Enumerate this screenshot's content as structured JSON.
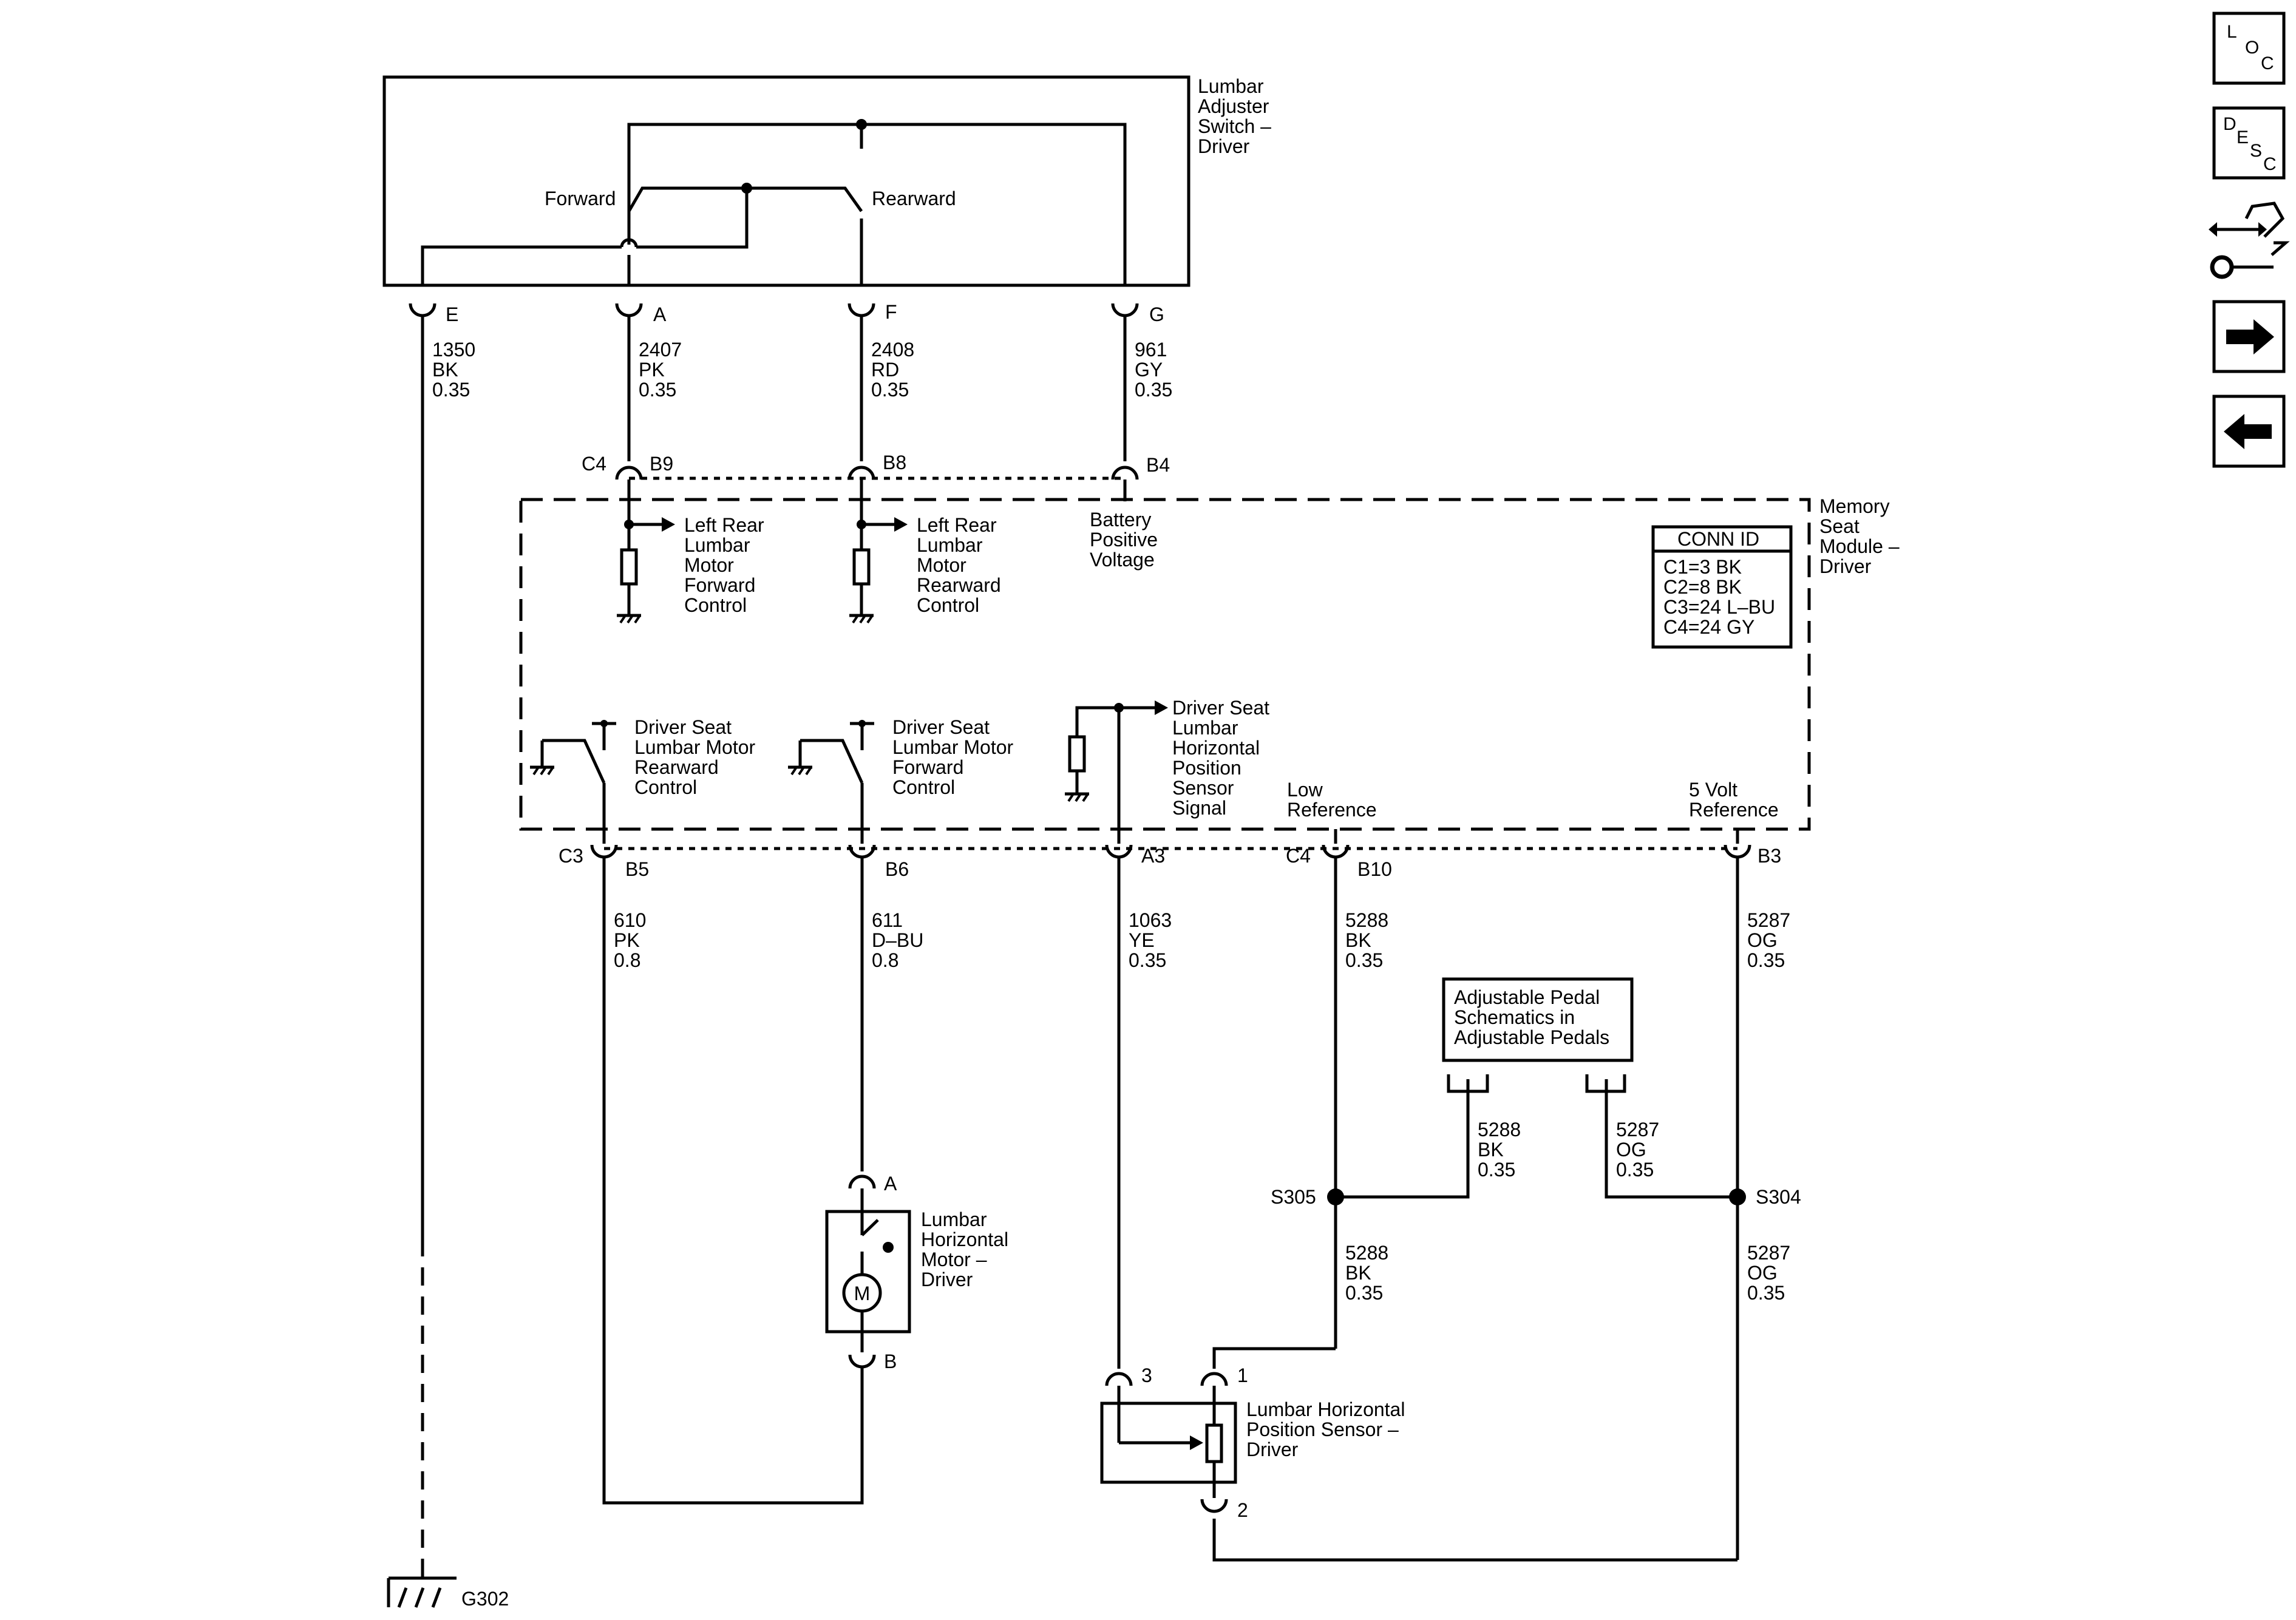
{
  "switch": {
    "name_lines": [
      "Lumbar",
      "Adjuster",
      "Switch –",
      "Driver"
    ],
    "forward": "Forward",
    "rearward": "Rearward",
    "pins": [
      "E",
      "A",
      "F",
      "G"
    ]
  },
  "wires": {
    "e": [
      "1350",
      "BK",
      "0.35"
    ],
    "a": [
      "2407",
      "PK",
      "0.35"
    ],
    "f": [
      "2408",
      "RD",
      "0.35"
    ],
    "g": [
      "961",
      "GY",
      "0.35"
    ],
    "b5": [
      "610",
      "PK",
      "0.8"
    ],
    "b6": [
      "611",
      "D–BU",
      "0.8"
    ],
    "a3": [
      "1063",
      "YE",
      "0.35"
    ],
    "b10": [
      "5288",
      "BK",
      "0.35"
    ],
    "b3": [
      "5287",
      "OG",
      "0.35"
    ],
    "ped_bk": [
      "5288",
      "BK",
      "0.35"
    ],
    "ped_og": [
      "5287",
      "OG",
      "0.35"
    ],
    "s305_low": [
      "5288",
      "BK",
      "0.35"
    ],
    "s304_low": [
      "5287",
      "OG",
      "0.35"
    ]
  },
  "module": {
    "name_lines": [
      "Memory",
      "Seat",
      "Module –",
      "Driver"
    ],
    "top_conn": "C4",
    "top_pins": [
      "B9",
      "B8",
      "B4"
    ],
    "bottom_conn_c3": "C3",
    "bottom_conn_c4": "C4",
    "bottom_pins": [
      "B5",
      "B6",
      "A3",
      "B10",
      "B3"
    ],
    "fwd_ctrl": [
      "Left Rear",
      "Lumbar",
      "Motor",
      "Forward",
      "Control"
    ],
    "rear_ctrl": [
      "Left Rear",
      "Lumbar",
      "Motor",
      "Rearward",
      "Control"
    ],
    "battery": [
      "Battery",
      "Positive",
      "Voltage"
    ],
    "sw_rear": [
      "Driver Seat",
      "Lumbar Motor",
      "Rearward",
      "Control"
    ],
    "sw_fwd": [
      "Driver Seat",
      "Lumbar Motor",
      "Forward",
      "Control"
    ],
    "sensor_sig": [
      "Driver Seat",
      "Lumbar",
      "Horizontal",
      "Position",
      "Sensor",
      "Signal"
    ],
    "low_ref": [
      "Low",
      "Reference"
    ],
    "five_v": [
      "5 Volt",
      "Reference"
    ]
  },
  "conn_id": {
    "title": "CONN ID",
    "rows": [
      "C1=3 BK",
      "C2=8 BK",
      "C3=24 L–BU",
      "C4=24 GY"
    ]
  },
  "pedal_box": [
    "Adjustable Pedal",
    "Schematics in",
    "Adjustable Pedals"
  ],
  "splices": {
    "s305": "S305",
    "s304": "S304"
  },
  "motor": {
    "name_lines": [
      "Lumbar",
      "Horizontal",
      "Motor –",
      "Driver"
    ],
    "pin_a": "A",
    "pin_b": "B",
    "symbol": "M"
  },
  "sensor": {
    "name_lines": [
      "Lumbar Horizontal",
      "Position Sensor –",
      "Driver"
    ],
    "pins": [
      "3",
      "1",
      "2"
    ]
  },
  "ground": "G302",
  "nav": {
    "loc": [
      "L",
      "O",
      "C"
    ],
    "desc": [
      "D",
      "E",
      "S",
      "C"
    ]
  }
}
